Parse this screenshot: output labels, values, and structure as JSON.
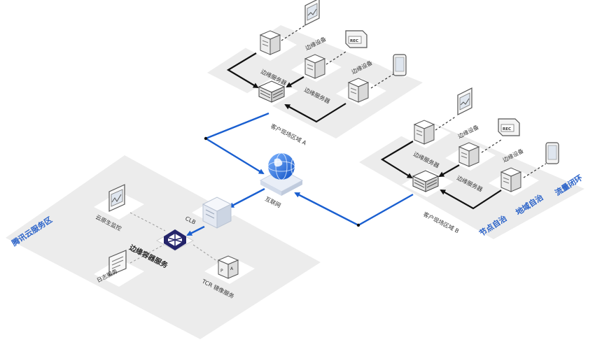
{
  "regions": {
    "cloud": "腾讯云服务区",
    "site_a": "客户现场区域 A",
    "site_b": "客户现场区域 B"
  },
  "nodes": {
    "internet": "互联网",
    "clb": "CLB",
    "ecm": "边缘容器服务",
    "cloud_monitor": "云原生监控",
    "log_service": "日志服务",
    "tcr": "TCR 镜像服务",
    "edge_server": "边缘服务器",
    "edge_device": "边缘设备"
  },
  "features": [
    "节点自治",
    "地域自治",
    "流量闭环"
  ],
  "colors": {
    "link_blue": "#1a5fd0",
    "region_bg": "#ebebeb",
    "plate": "#ffffff",
    "label": "#333333",
    "feature_text": "#2b63c9"
  },
  "icons": {
    "cloud_node": "gear-icon",
    "internet": "globe-icon",
    "clb": "load-balancer-icon",
    "monitor": "monitor-icon",
    "device": "tablet-icon",
    "camera": "rec-camera-icon",
    "server": "server-icon",
    "gateway": "server-rack-icon"
  }
}
